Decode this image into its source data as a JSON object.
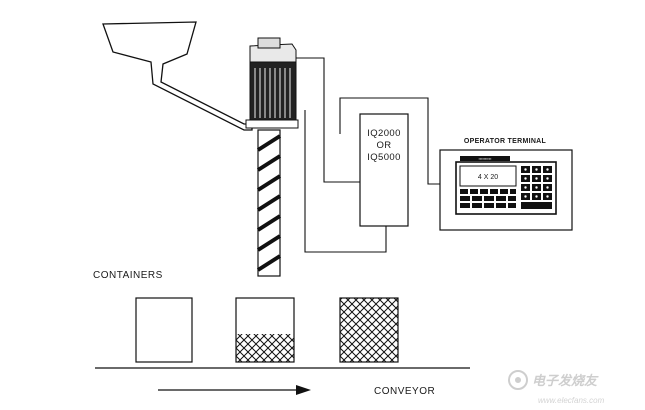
{
  "labels": {
    "controller_line1": "IQ2000",
    "controller_line2": "OR",
    "controller_line3": "IQ5000",
    "operator_terminal": "OPERATOR TERMINAL",
    "display_text": "4 X 20",
    "containers": "CONTAINERS",
    "conveyor": "CONVEYOR"
  },
  "watermark": {
    "text": "电子发烧友",
    "url": "www.elecfans.com"
  },
  "containers": [
    {
      "fill": "empty"
    },
    {
      "fill": "partial"
    },
    {
      "fill": "full"
    }
  ]
}
